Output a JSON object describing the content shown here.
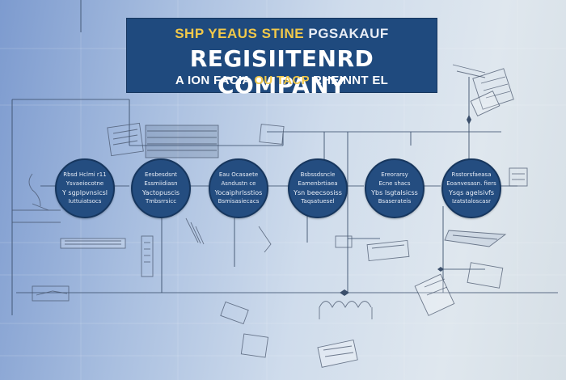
{
  "title": {
    "line1_yellow": "SHP YEAUS STINE",
    "line1_white": "PGSAKAUF",
    "line2": "REGISIITENRD COMPANY",
    "line3_white_a": "A ION FACIA",
    "line3_yellow": "OU TACP",
    "line3_white_b": "RHEINNT EL"
  },
  "nodes": [
    {
      "line1": "Rbsd Hclmi r11",
      "line2": "Ysvaeiocotne",
      "line3": "Y sgplpvnsicsl",
      "line4": "Iuttuiatsocs"
    },
    {
      "line1": "Eesbesdsnt",
      "line2": "Essmiidiasn",
      "line3": "Yactopuscis",
      "line4": "Tmbsrrsicc"
    },
    {
      "line1": "Eau Ocasaete",
      "line2": "Asndustn ce",
      "line3": "Yocaiphrlsstios",
      "line4": "Bsmisasiecacs"
    },
    {
      "line1": "Bsbssdsncle",
      "line2": "Eamenbrtiaea",
      "line3": "Ysn beecsosiss",
      "line4": "Taqsatuesel"
    },
    {
      "line1": "Ereorarsy",
      "line2": "Ecne shacs",
      "line3": "Ybs Isgtalsicss",
      "line4": "Bsaserateis"
    },
    {
      "line1": "Rsstorsfaeasa",
      "line2": "Eoanvesasn. fiers",
      "line3": "Ysqs agelsivfs",
      "line4": "Izatstaloscasr"
    }
  ]
}
